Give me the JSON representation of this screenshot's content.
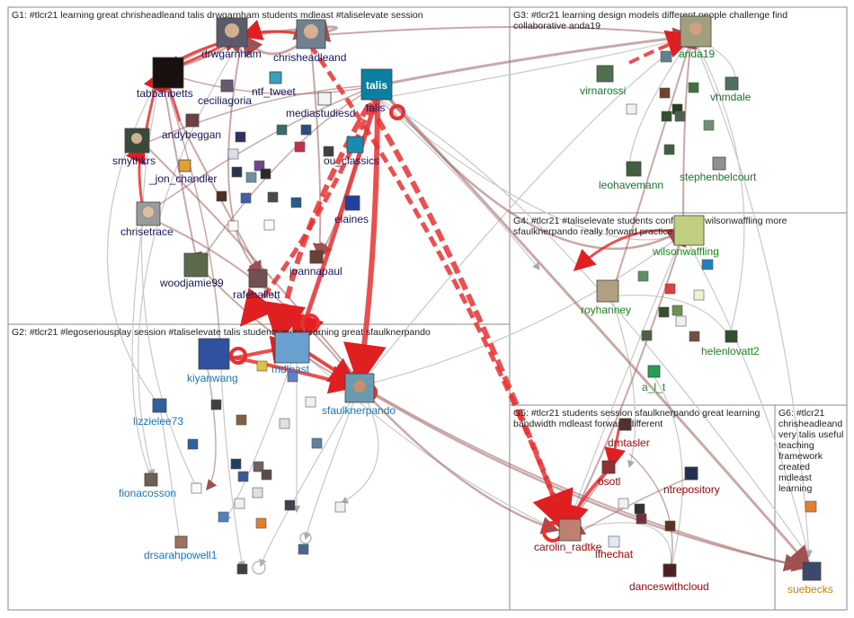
{
  "groups": [
    {
      "id": "G1",
      "title_lines": [
        "G1: #tlcr21 learning great chrisheadleand talis drwgarnham students mdleast #taliselevate session"
      ],
      "color": "#1a1a6e"
    },
    {
      "id": "G2",
      "title_lines": [
        "G2: #tlcr21 #legoseriousplay session #taliselevate talis students more learning great sfaulknerpando"
      ],
      "color": "#1277c9"
    },
    {
      "id": "G3",
      "title_lines": [
        "G3: #tlcr21 learning design models different people challenge find",
        "collaborative anda19"
      ],
      "color": "#127a2a"
    },
    {
      "id": "G4",
      "title_lines": [
        "G4: #tlcr21 #taliselevate students conference wilsonwaffling more",
        "sfaulknerpando really forward practice"
      ],
      "color": "#1a8a1a"
    },
    {
      "id": "G5",
      "title_lines": [
        "G5: #tlcr21 students session sfaulknerpando great learning",
        "bandwidth mdleast forward different"
      ],
      "color": "#b00000"
    },
    {
      "id": "G6",
      "title_lines": [
        "G6: #tlcr21",
        "chrisheadleand",
        "very talis useful",
        "teaching",
        "framework",
        "created",
        "mdleast",
        "learning"
      ],
      "color": "#d08000"
    }
  ],
  "nodes": {
    "drwgarnham": "drwgarnham",
    "chrisheadleand": "chrisheadleand",
    "tabbanbetts": "tabbanbetts",
    "ceciliagoria": "ceciliagoria",
    "ntf_tweet": "ntf_tweet",
    "talis": "talis",
    "talis_logo": "talis",
    "mediastudiesd": "mediastudiesd",
    "andybeggan": "andybeggan",
    "smythkrs": "smythkrs",
    "_jon_chandler": "_jon_chandler",
    "ou_classics": "ou_classics",
    "chrisetrace": "chrisetrace",
    "elaines": "elaines",
    "joannapaul": "joannapaul",
    "woodjamie99": "woodjamie99",
    "rafehallett": "rafehallett",
    "kiyanwang": "kiyanwang",
    "mdleast": "mdleast",
    "sfaulknerpando": "sfaulknerpando",
    "lizzielee73": "lizzielee73",
    "fionacosson": "fionacosson",
    "drsarahpowell1": "drsarahpowell1",
    "anda19": "anda19",
    "virnarossi": "virnarossi",
    "vhmdale": "vhmdale",
    "leohavemann": "leohavemann",
    "stephenbelcourt": "stephenbelcourt",
    "wilsonwaffling": "wilsonwaffling",
    "royhanney": "royhanney",
    "helenlovatt2": "helenlovatt2",
    "a_l_t": "a_l_t",
    "drntasler": "drntasler",
    "osotl": "osotl",
    "ntrepository": "ntrepository",
    "carolin_radtke": "carolin_radtke",
    "lfhechat": "lfhechat",
    "danceswithcloud": "danceswithcloud",
    "suebecks": "suebecks"
  }
}
